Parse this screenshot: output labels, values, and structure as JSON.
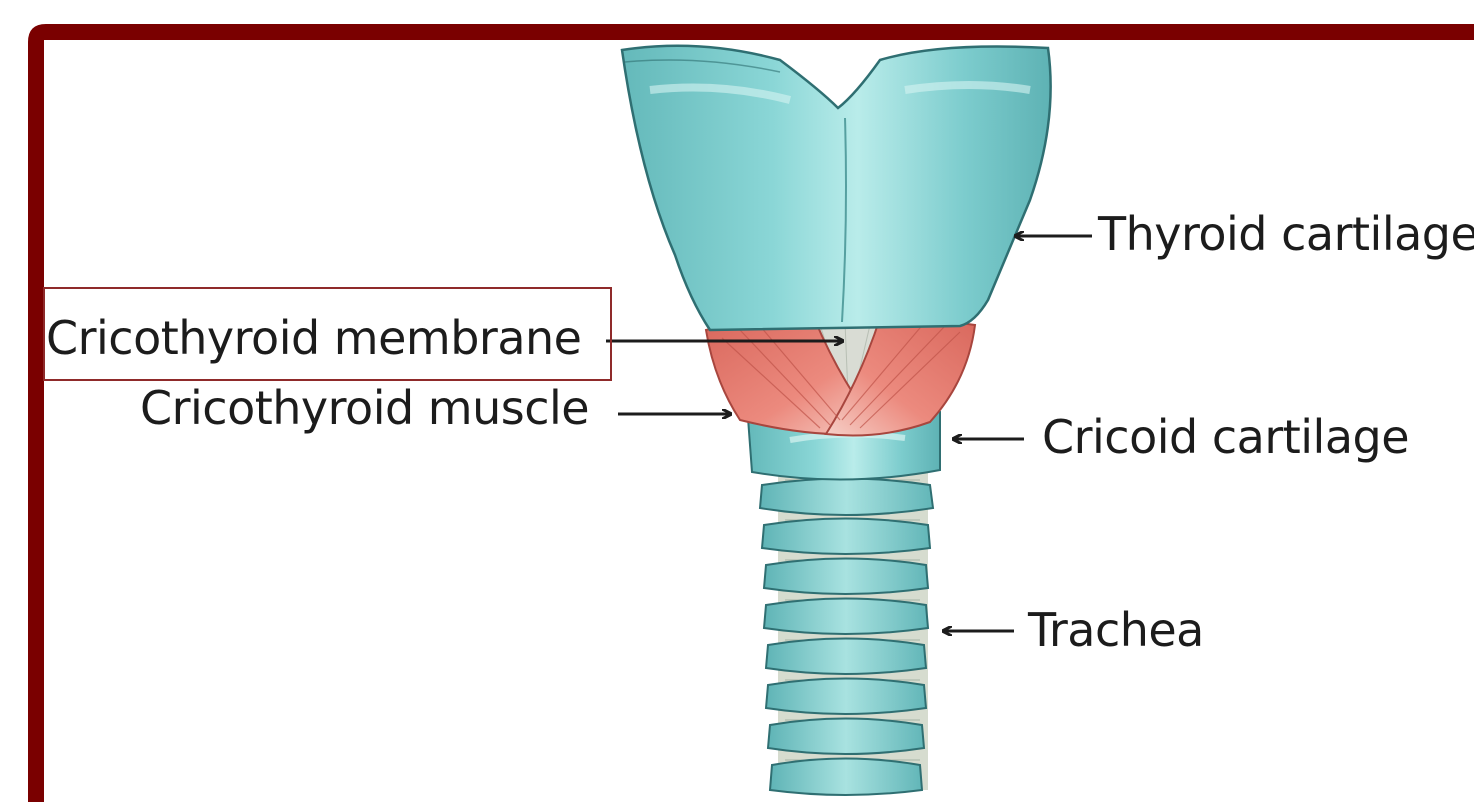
{
  "labels": {
    "thyroid_cartilage": "Thyroid cartilage",
    "cricothyroid_membrane": "Cricothyroid membrane",
    "cricothyroid_muscle": "Cricothyroid muscle",
    "cricoid_cartilage": "Cricoid cartilage",
    "trachea": "Trachea"
  },
  "colors": {
    "frame": "#7a0000",
    "cartilage": "#7fcfcf",
    "cartilage_dark": "#2f6f72",
    "muscle": "#e2776c",
    "membrane": "#d9dcd4",
    "highlight_box": "#8f2a2a",
    "text": "#1c1c1c"
  },
  "highlighted_label": "cricothyroid_membrane"
}
